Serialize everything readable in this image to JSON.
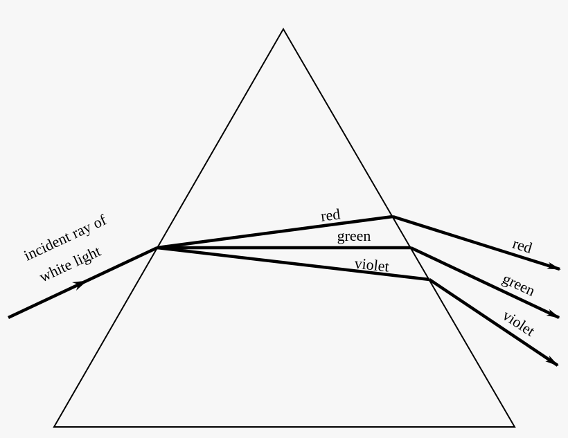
{
  "labels": {
    "incident_line1": "incident ray of",
    "incident_line2": "white light",
    "inside_red": "red",
    "inside_green": "green",
    "inside_violet": "violet",
    "out_red": "red",
    "out_green": "green",
    "out_violet": "violet"
  },
  "colors": {
    "background": "#f7f7f7",
    "ink": "#000000"
  }
}
